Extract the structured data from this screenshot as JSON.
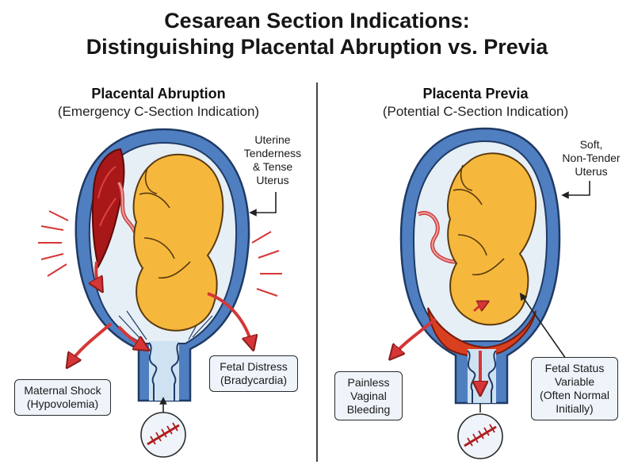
{
  "title": {
    "line1": "Cesarean Section Indications:",
    "line2": "Distinguishing Placental Abruption vs. Previa"
  },
  "left_panel": {
    "heading": "Placental Abruption",
    "subheading": "(Emergency C-Section Indication)",
    "callout_top": [
      "Uterine",
      "Tenderness",
      "& Tense",
      "Uterus"
    ],
    "box_maternal": [
      "Maternal Shock",
      "(Hypovolemia)"
    ],
    "box_fetal": [
      "Fetal Distress",
      "(Bradycardia)"
    ]
  },
  "right_panel": {
    "heading": "Placenta Previa",
    "subheading": "(Potential C-Section Indication)",
    "callout_top": [
      "Soft,",
      "Non-Tender",
      "Uterus"
    ],
    "box_bleeding": [
      "Painless",
      "Vaginal",
      "Bleeding"
    ],
    "box_fetal": [
      "Fetal Status",
      "Variable",
      "(Often Normal",
      "Initially)"
    ]
  },
  "colors": {
    "uterus_wall": "#4f7fc0",
    "amniotic": "#e6eff5",
    "fetus": "#f6b83c",
    "fetus_outline": "#5a3a10",
    "placenta_clot": "#a81818",
    "arrow_red": "#d63636",
    "cervix": "#cfe2f2"
  }
}
